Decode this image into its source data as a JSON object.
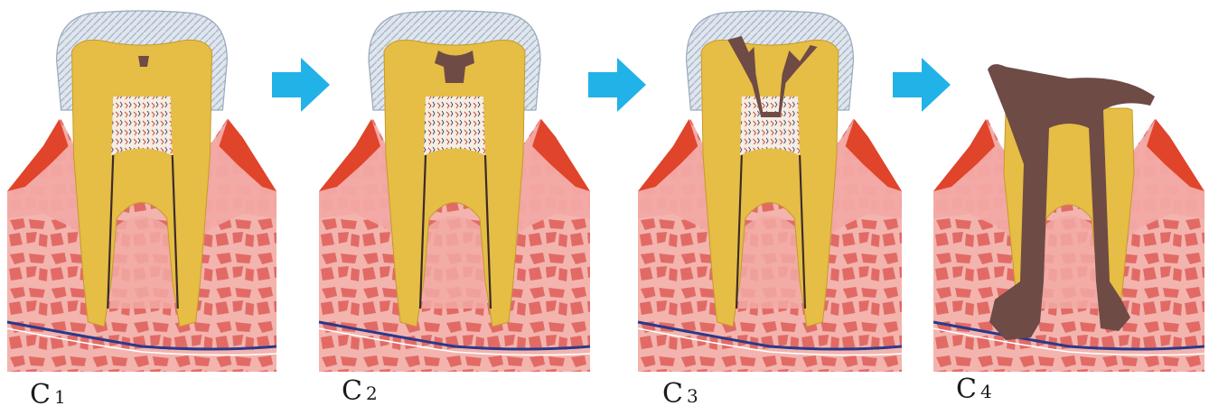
{
  "colors": {
    "enamel": "#dfe6ee",
    "enamel_stripe": "#a9b6c8",
    "dentin": "#e6bd45",
    "pulp": "#f6ede3",
    "gum": "#f2a9a4",
    "gum_red": "#e0442a",
    "bone_bg": "#f3b4ae",
    "bone_cell": "#e26a65",
    "cavity": "#6f4b45",
    "arrow": "#21b2e8",
    "nerve": "#283a8c"
  },
  "stages": [
    {
      "id": "C1",
      "letter": "C",
      "number": "1"
    },
    {
      "id": "C2",
      "letter": "C",
      "number": "2"
    },
    {
      "id": "C3",
      "letter": "C",
      "number": "3"
    },
    {
      "id": "C4",
      "letter": "C",
      "number": "4"
    }
  ],
  "arrows": [
    {
      "icon": "right-arrow-icon"
    },
    {
      "icon": "right-arrow-icon"
    },
    {
      "icon": "right-arrow-icon"
    }
  ]
}
